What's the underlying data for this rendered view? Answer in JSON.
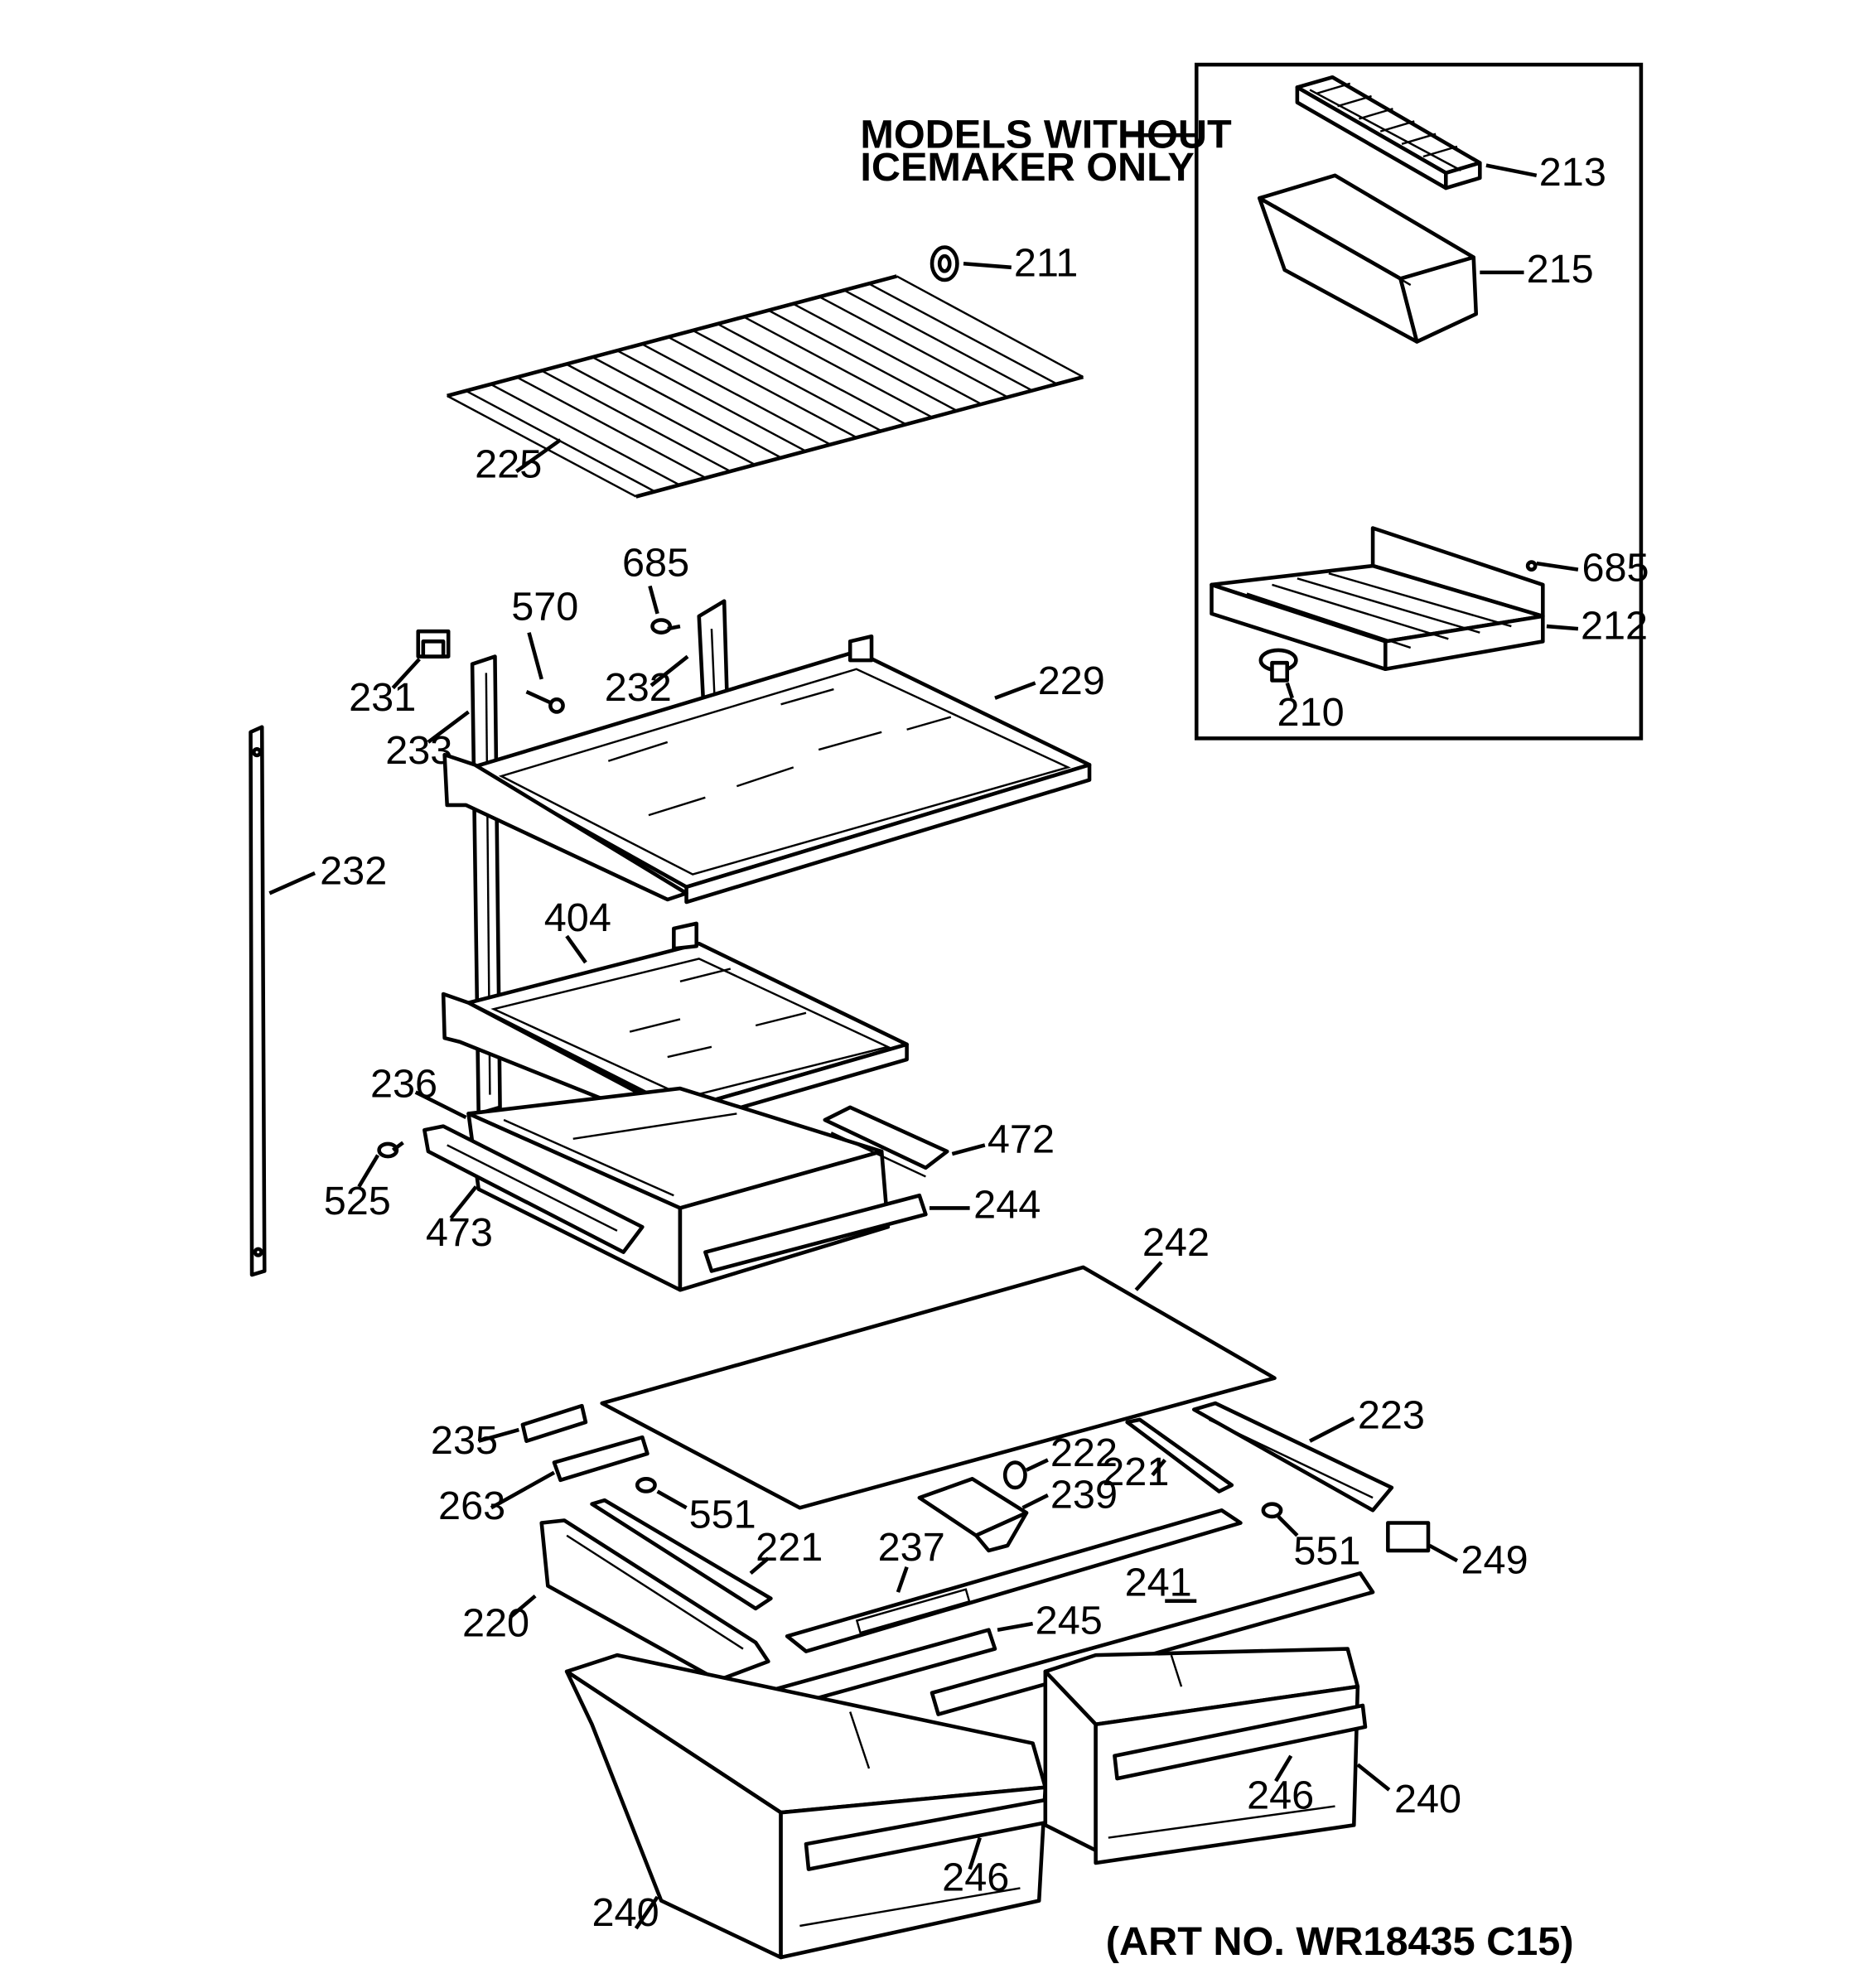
{
  "inset": {
    "caption_line1": "MODELS WITHOUT",
    "caption_line2": "ICEMAKER ONLY"
  },
  "art_number": "(ART NO. WR18435 C15)",
  "labels": {
    "p213": "213",
    "p215": "215",
    "p685_inset": "685",
    "p212": "212",
    "p210": "210",
    "p211": "211",
    "p225": "225",
    "p685": "685",
    "p570": "570",
    "p231": "231",
    "p232_top": "232",
    "p229": "229",
    "p233": "233",
    "p232_left": "232",
    "p404": "404",
    "p236": "236",
    "p472": "472",
    "p525": "525",
    "p473": "473",
    "p244": "244",
    "p242": "242",
    "p223": "223",
    "p235": "235",
    "p222": "222",
    "p221_right": "221",
    "p239": "239",
    "p263": "263",
    "p551_left": "551",
    "p551_right": "551",
    "p249": "249",
    "p221_left": "221",
    "p237": "237",
    "p241": "241",
    "p220": "220",
    "p245": "245",
    "p246_right": "246",
    "p240_right": "240",
    "p246_left": "246",
    "p240_left": "240"
  }
}
